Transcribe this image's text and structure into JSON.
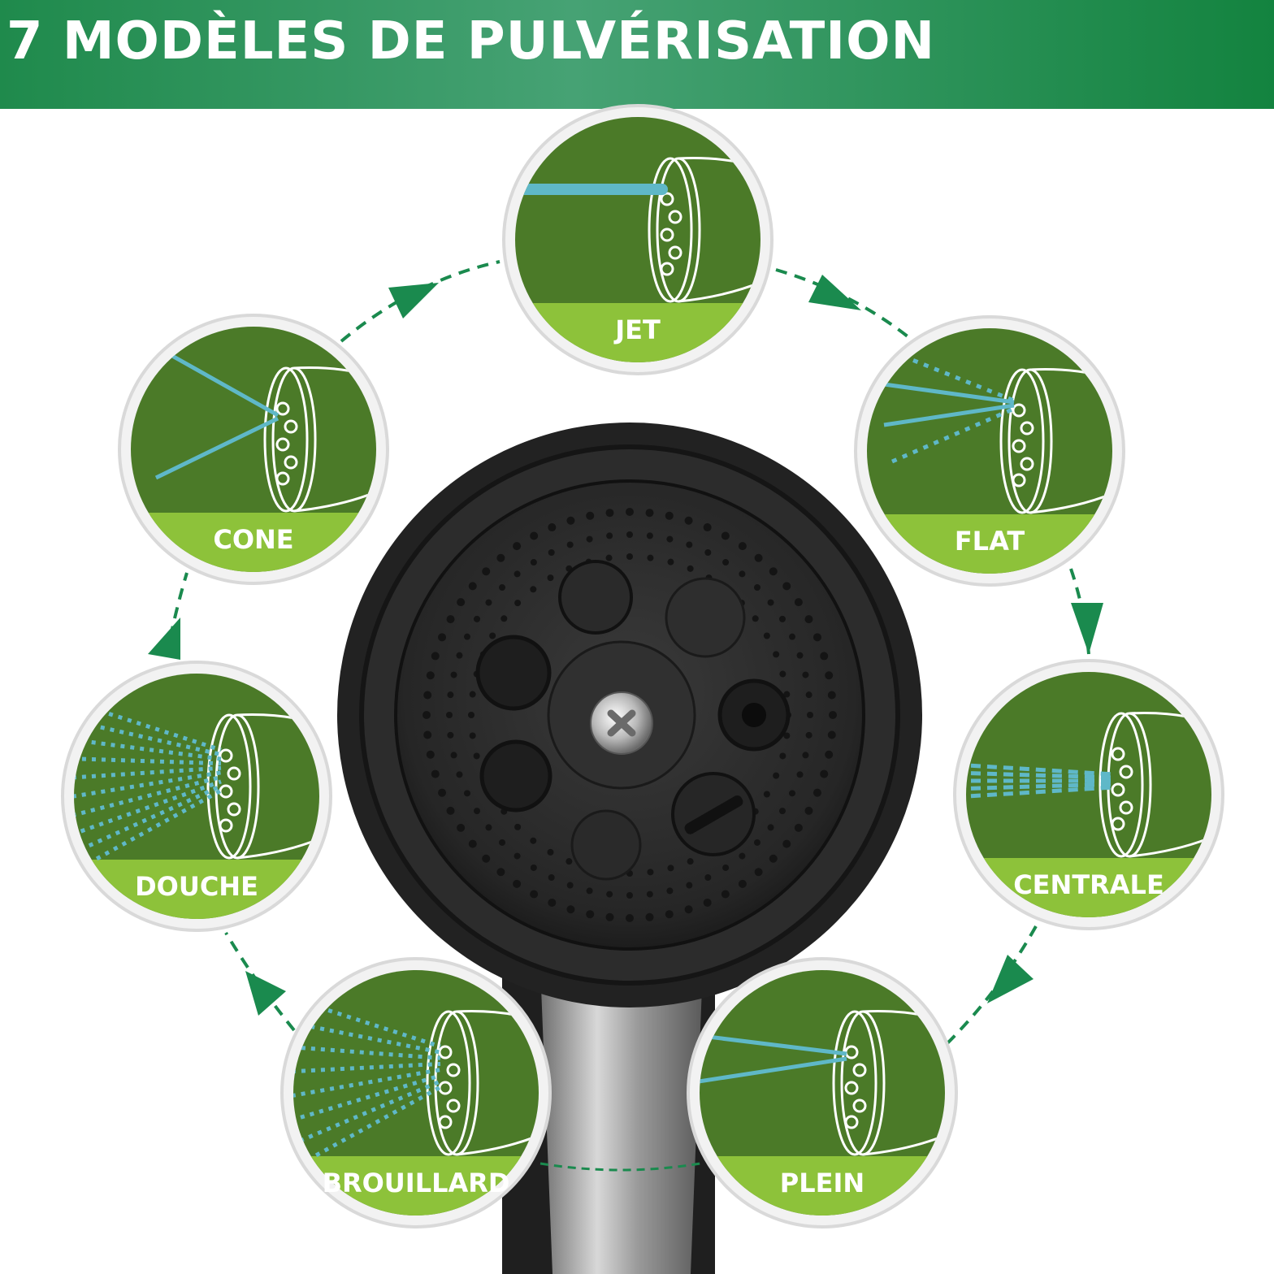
{
  "header": {
    "title": "7 MODÈLES DE PULVÉRISATION"
  },
  "colors": {
    "banner_green": "#2a9157",
    "circle_green": "#4b7a28",
    "light_green": "#8dc23a",
    "arrow_green": "#1a8a4e",
    "water_blue": "#5fb8c8"
  },
  "modes": [
    {
      "id": "jet",
      "label": "JET",
      "spray": "jet"
    },
    {
      "id": "flat",
      "label": "FLAT",
      "spray": "flat"
    },
    {
      "id": "centrale",
      "label": "CENTRALE",
      "spray": "centrale"
    },
    {
      "id": "plein",
      "label": "PLEIN",
      "spray": "plein"
    },
    {
      "id": "brouillard",
      "label": "BROUILLARD",
      "spray": "brouillard"
    },
    {
      "id": "douche",
      "label": "DOUCHE",
      "spray": "douche"
    },
    {
      "id": "cone",
      "label": "CONE",
      "spray": "cone"
    }
  ],
  "product": {
    "name": "spray-nozzle-head"
  }
}
